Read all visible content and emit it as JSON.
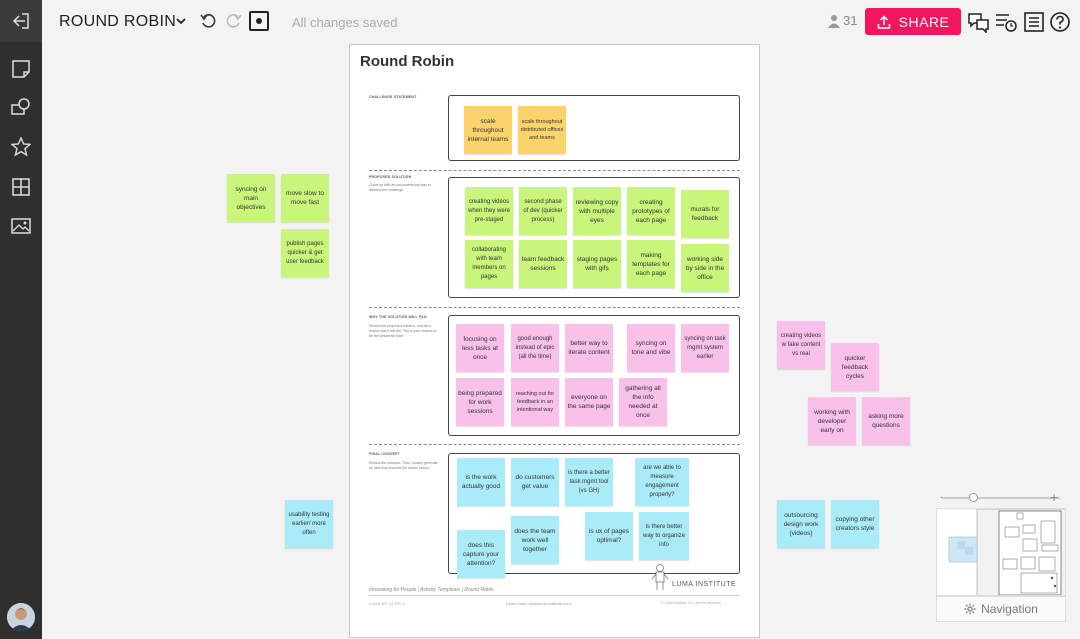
{
  "header": {
    "board_title": "ROUND ROBIN",
    "save_status": "All changes saved",
    "user_count": "31",
    "share_label": "SHARE"
  },
  "sidebar": {
    "tools": [
      "sticky-note-icon",
      "comment-icon",
      "star-icon",
      "grid-icon",
      "image-icon"
    ]
  },
  "sheet": {
    "title": "Round Robin",
    "sections": [
      {
        "label": "CHALLENGE STATEMENT",
        "desc": ""
      },
      {
        "label": "PROPOSED SOLUTION",
        "desc": "Come up with an unconventional way to address the challenge."
      },
      {
        "label": "WHY THE SOLUTION WILL FAIL",
        "desc": "Review the proposed solution, and list a reason that it will fail. This is your chance to be the pessimist critic!"
      },
      {
        "label": "FINAL CONCEPT",
        "desc": "Review the critiques. Then, quickly generate an idea that resolves the issues raised."
      }
    ],
    "footer_left": "Innovating for People | Activity Templates | Round Robin",
    "footer_code": "LUMA-IFP-AT-RR-1",
    "footer_learn": "Learn more: www.luma-institute.com",
    "footer_copy": "© LUMA Institute, LLC and its licensors",
    "brand": "LUMA INSTITUTE"
  },
  "notes": {
    "challenge": [
      "scale throughout internal teams",
      "scale throughout distributed offices and teams"
    ],
    "solution": [
      "creating videos when they were pre-staged",
      "second phase of dev (quicker process)",
      "reviewing copy with multiple eyes",
      "creating prototypes of each page",
      "murals for feedback",
      "collaborating with team members on pages",
      "team feedback sessions",
      "staging pages with gifs",
      "making templates for each page",
      "working side by side in the office"
    ],
    "fail": [
      "focusing on less tasks at once",
      "good enough instead of epic (all the time)",
      "better way to iterate content",
      "syncing on tone and vibe",
      "syncing on task mgmt system earlier",
      "being prepared for work sessions",
      "reaching out for feedback in an intentional way",
      "everyone on the same page",
      "gathering all the info needed at once"
    ],
    "final": [
      "is the work actually good",
      "do customers get value",
      "is there a better task mgmt tool (vs GH)",
      "are we able to measure engagement properly?",
      "does this capture your attention?",
      "does the team work well together",
      "is ux of pages optimal?",
      "is there better way to organize info"
    ],
    "outside_green": [
      "syncing on main objectives",
      "move slow to move fast",
      "publish pages quicker & get user feedback"
    ],
    "outside_pink": [
      "creating videos w fake content vs real",
      "quicker feedback cycles",
      "working with developer early on",
      "asking more questions"
    ],
    "outside_blue": [
      "usability testing earlier/ more often",
      "outsourcing design work (videos)",
      "copying other creators style"
    ]
  },
  "navigation": {
    "label": "Navigation"
  },
  "colors": {
    "share": "#f2165e",
    "yellow": "#fbd36b",
    "green": "#c9f57a",
    "pink": "#f9c0ea",
    "blue": "#a9ecf8"
  }
}
